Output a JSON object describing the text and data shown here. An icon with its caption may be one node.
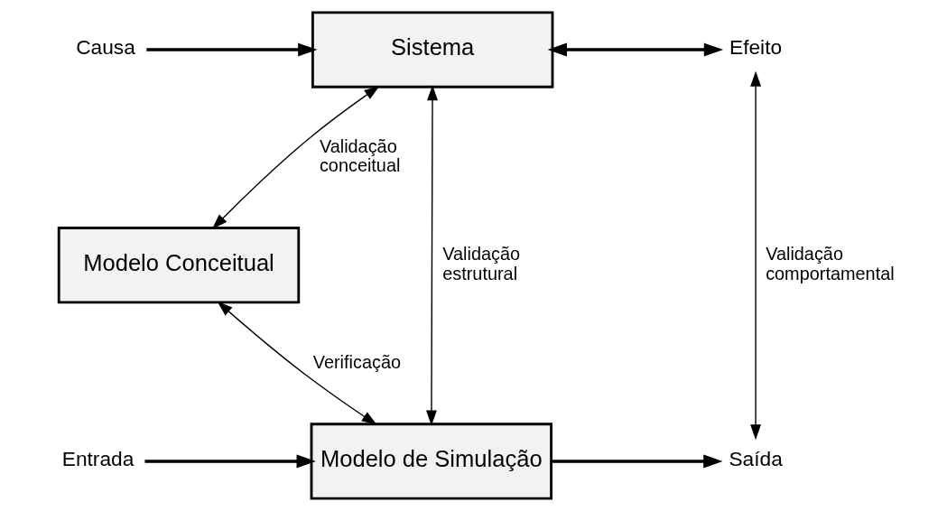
{
  "diagram": {
    "nodes": [
      {
        "text": [
          "Sistema"
        ]
      },
      {
        "text": [
          "Modelo Conceitual"
        ]
      },
      {
        "text": [
          "Modelo de Simulação"
        ]
      },
      {
        "text": [
          "Causa"
        ]
      },
      {
        "text": [
          "Efeito"
        ]
      },
      {
        "text": [
          "Entrada"
        ]
      },
      {
        "text": [
          "Saída"
        ]
      }
    ],
    "edges": [
      {
        "from": 3,
        "to": 0,
        "arrow": "to",
        "style": "thick"
      },
      {
        "from": 0,
        "to": 4,
        "arrow": "both",
        "style": "thick"
      },
      {
        "from": 5,
        "to": 2,
        "arrow": "to",
        "style": "thick"
      },
      {
        "from": 2,
        "to": 6,
        "arrow": "to",
        "style": "thick"
      },
      {
        "from": 0,
        "to": 2,
        "arrow": "both",
        "label": "Validação estrutural"
      },
      {
        "from": 0,
        "to": 1,
        "arrow": "both",
        "label": "Validação conceitual"
      },
      {
        "from": 1,
        "to": 2,
        "arrow": "both",
        "label": "Verificação"
      },
      {
        "from": 4,
        "to": 6,
        "arrow": "both",
        "label": "Validação comportamental"
      }
    ]
  }
}
